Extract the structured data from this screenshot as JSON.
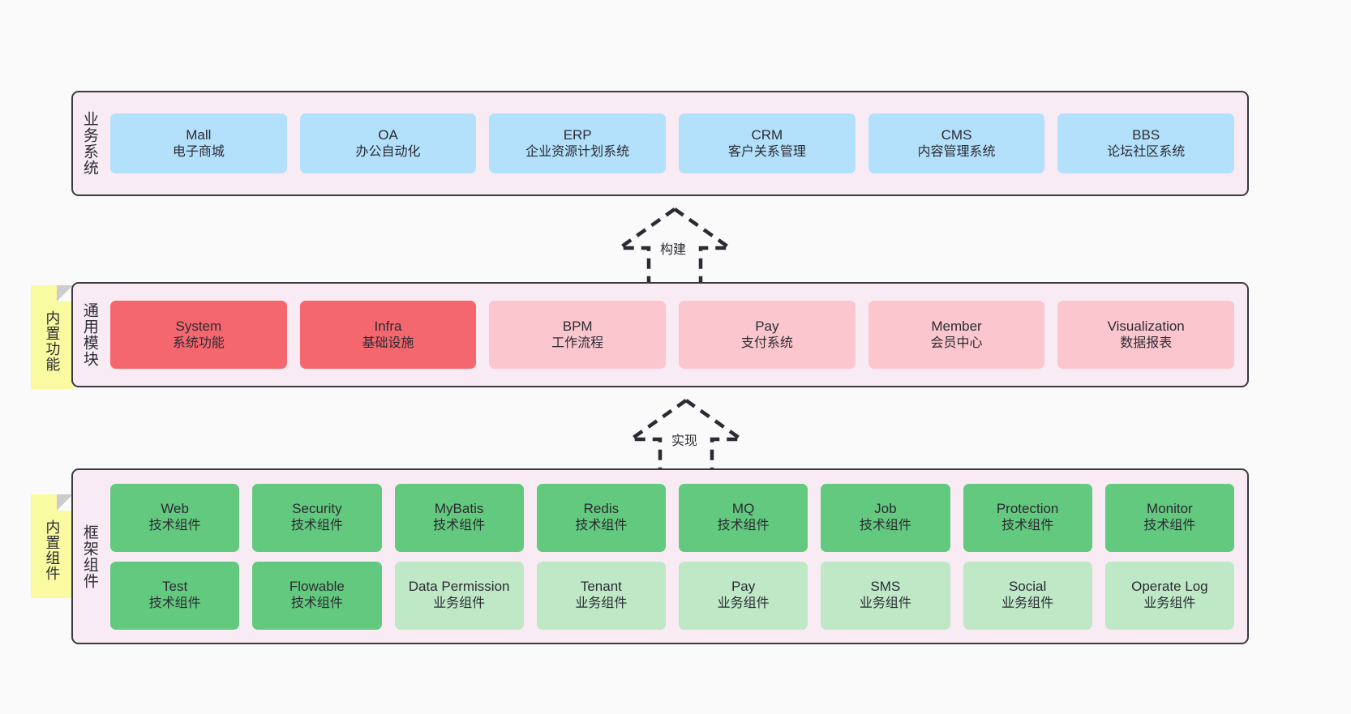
{
  "diagram": {
    "background": "#fafafa",
    "layers": [
      {
        "name": "business-system",
        "title": "业务系统",
        "cells": [
          {
            "en": "Mall",
            "cn": "电子商城",
            "color": "#b3e0fb"
          },
          {
            "en": "OA",
            "cn": "办公自动化",
            "color": "#b3e0fb"
          },
          {
            "en": "ERP",
            "cn": "企业资源计划系统",
            "color": "#b3e0fb"
          },
          {
            "en": "CRM",
            "cn": "客户关系管理",
            "color": "#b3e0fb"
          },
          {
            "en": "CMS",
            "cn": "内容管理系统",
            "color": "#b3e0fb"
          },
          {
            "en": "BBS",
            "cn": "论坛社区系统",
            "color": "#b3e0fb"
          }
        ]
      },
      {
        "name": "common-modules",
        "title": "通用模块",
        "cells": [
          {
            "en": "System",
            "cn": "系统功能",
            "color": "#f4676e"
          },
          {
            "en": "Infra",
            "cn": "基础设施",
            "color": "#f4676e"
          },
          {
            "en": "BPM",
            "cn": "工作流程",
            "color": "#fbc6cd"
          },
          {
            "en": "Pay",
            "cn": "支付系统",
            "color": "#fbc6cd"
          },
          {
            "en": "Member",
            "cn": "会员中心",
            "color": "#fbc6cd"
          },
          {
            "en": "Visualization",
            "cn": "数据报表",
            "color": "#fbc6cd"
          }
        ]
      },
      {
        "name": "framework-components",
        "title": "框架组件",
        "rows": [
          [
            {
              "en": "Web",
              "cn": "技术组件",
              "color": "#63c97e"
            },
            {
              "en": "Security",
              "cn": "技术组件",
              "color": "#63c97e"
            },
            {
              "en": "MyBatis",
              "cn": "技术组件",
              "color": "#63c97e"
            },
            {
              "en": "Redis",
              "cn": "技术组件",
              "color": "#63c97e"
            },
            {
              "en": "MQ",
              "cn": "技术组件",
              "color": "#63c97e"
            },
            {
              "en": "Job",
              "cn": "技术组件",
              "color": "#63c97e"
            },
            {
              "en": "Protection",
              "cn": "技术组件",
              "color": "#63c97e"
            },
            {
              "en": "Monitor",
              "cn": "技术组件",
              "color": "#63c97e"
            }
          ],
          [
            {
              "en": "Test",
              "cn": "技术组件",
              "color": "#63c97e"
            },
            {
              "en": "Flowable",
              "cn": "技术组件",
              "color": "#63c97e"
            },
            {
              "en": "Data Permission",
              "cn": "业务组件",
              "color": "#bfe8c7"
            },
            {
              "en": "Tenant",
              "cn": "业务组件",
              "color": "#bfe8c7"
            },
            {
              "en": "Pay",
              "cn": "业务组件",
              "color": "#bfe8c7"
            },
            {
              "en": "SMS",
              "cn": "业务组件",
              "color": "#bfe8c7"
            },
            {
              "en": "Social",
              "cn": "业务组件",
              "color": "#bfe8c7"
            },
            {
              "en": "Operate Log",
              "cn": "业务组件",
              "color": "#bfe8c7"
            }
          ]
        ]
      }
    ],
    "connectors": [
      {
        "name": "build",
        "label": "构建",
        "style": "dashed-hollow-arrow-up"
      },
      {
        "name": "implement",
        "label": "实现",
        "style": "dashed-hollow-arrow-up"
      }
    ],
    "stickies": [
      {
        "name": "builtin-features",
        "label": "内置功能",
        "color": "#fafaa0"
      },
      {
        "name": "builtin-components",
        "label": "内置组件",
        "color": "#fafaa0"
      }
    ]
  }
}
